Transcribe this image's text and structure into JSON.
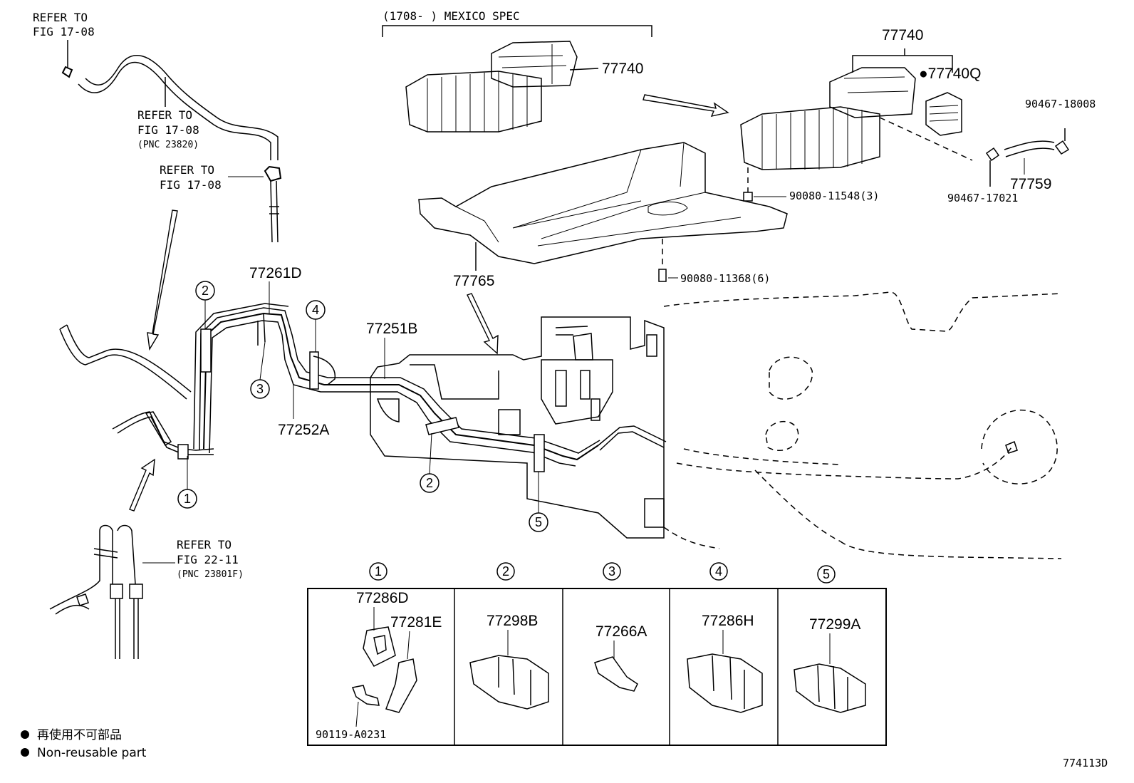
{
  "header": {
    "mexico_spec": "(1708-      ) MEXICO SPEC"
  },
  "refs": {
    "r1_line1": "REFER TO",
    "r1_line2": "FIG 17-08",
    "r2_line1": "REFER TO",
    "r2_line2": "FIG 17-08",
    "r2_line3": "(PNC 23820)",
    "r3_line1": "REFER TO",
    "r3_line2": "FIG 17-08",
    "r4_line1": "REFER TO",
    "r4_line2": "FIG 22-11",
    "r4_line3": "(PNC 23801F)"
  },
  "parts": {
    "p77740_mex": "77740",
    "p77740_top": "77740",
    "p77740Q": "●77740Q",
    "p90467_18008": "90467-18008",
    "p90080_11548": "90080-11548(3)",
    "p90467_17021": "90467-17021",
    "p77759": "77759",
    "p90080_11368": "90080-11368(6)",
    "p77765": "77765",
    "p77261D": "77261D",
    "p77251B": "77251B",
    "p77252A": "77252A"
  },
  "callouts": [
    "1",
    "2",
    "3",
    "4",
    "5",
    "2",
    "1",
    "2",
    "3",
    "4",
    "5"
  ],
  "table": {
    "headers": [
      "①",
      "②",
      "③",
      "④",
      "⑤"
    ],
    "cells": [
      {
        "a": "77286D",
        "b": "77281E",
        "c": "90119-A0231"
      },
      {
        "a": "77298B"
      },
      {
        "a": "77266A"
      },
      {
        "a": "77286H"
      },
      {
        "a": "77299A"
      }
    ]
  },
  "legend": {
    "jp": "再使用不可部品",
    "en": "Non-reusable part",
    "bullet": "●"
  },
  "figure_code": "774113D"
}
